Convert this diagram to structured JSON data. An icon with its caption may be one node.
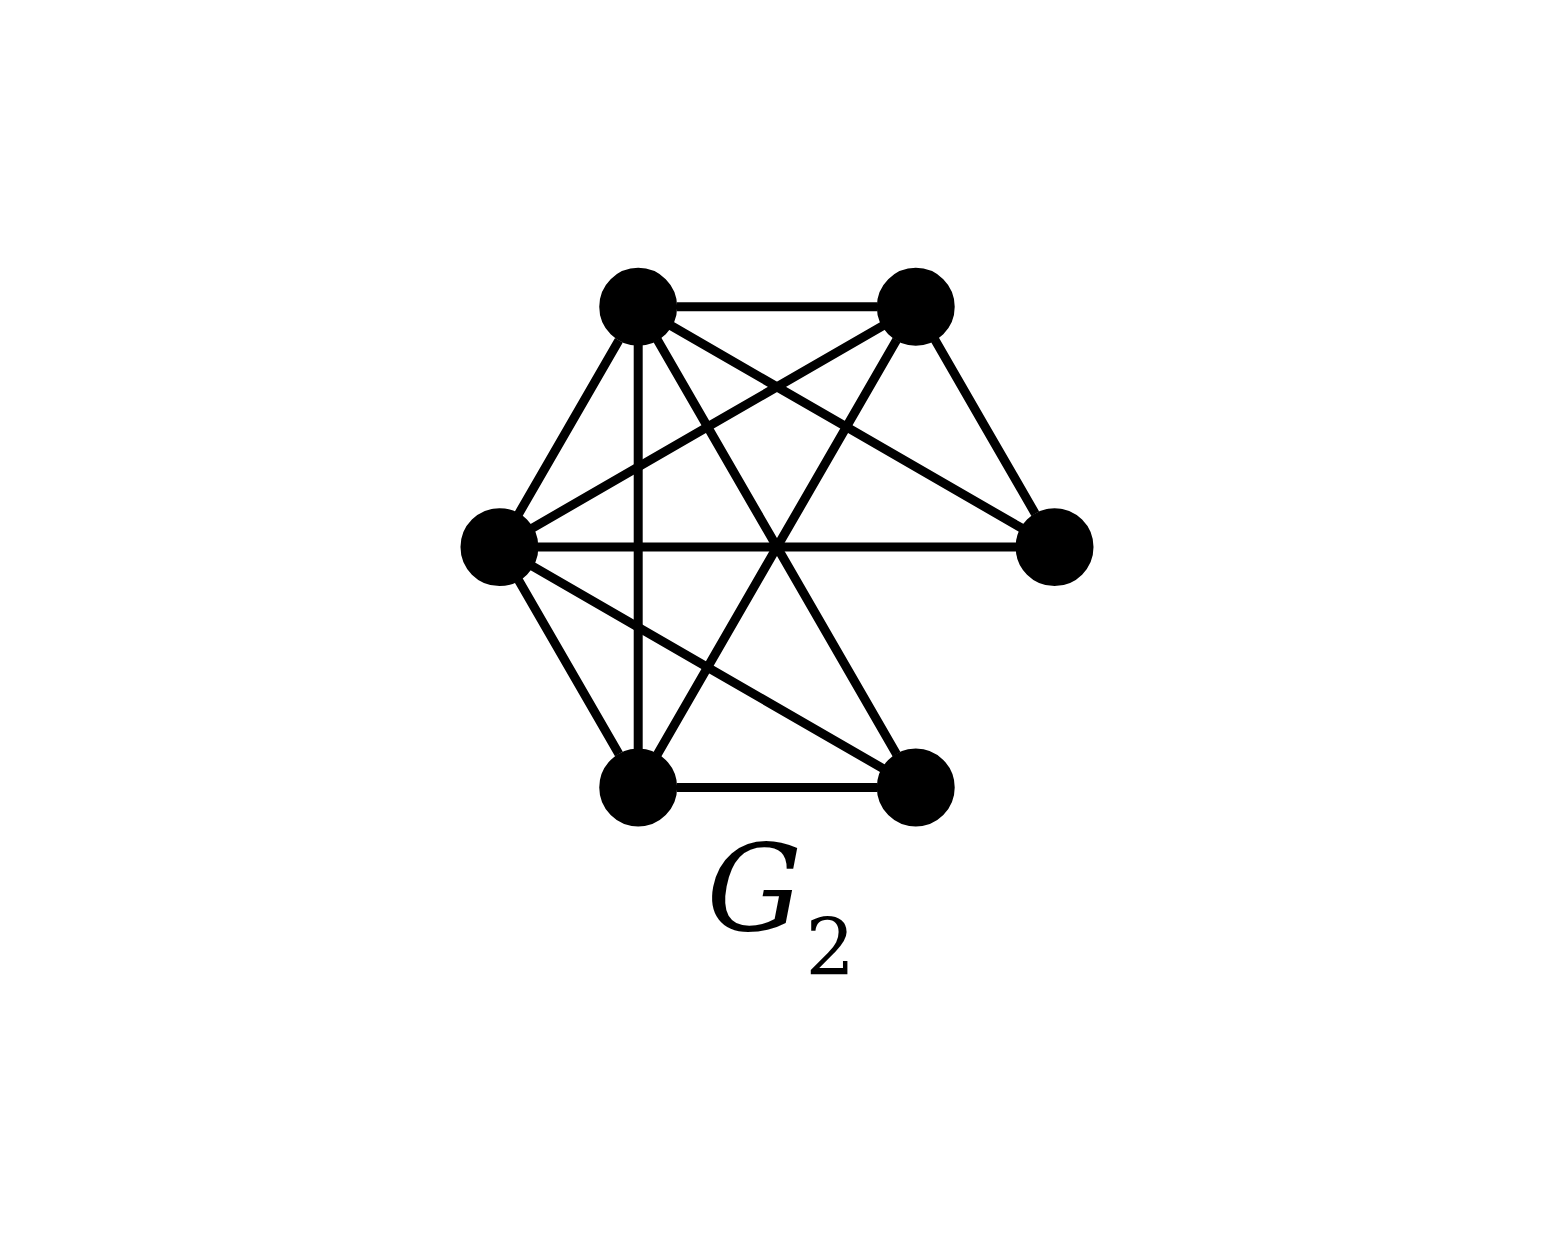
{
  "diagram": {
    "caption": "G$_{2}$",
    "nodes": [
      {
        "text": [],
        "shape": "circle"
      },
      {
        "text": [],
        "shape": "circle"
      },
      {
        "text": [],
        "shape": "circle"
      },
      {
        "text": [],
        "shape": "circle"
      },
      {
        "text": [],
        "shape": "circle"
      },
      {
        "text": [],
        "shape": "circle"
      }
    ],
    "edges": [
      {
        "from": 0,
        "to": 2,
        "arrow": "none"
      },
      {
        "from": 0,
        "to": 4,
        "arrow": "none"
      },
      {
        "from": 0,
        "to": 5,
        "arrow": "none"
      },
      {
        "from": 0,
        "to": 3,
        "arrow": "none"
      },
      {
        "from": 1,
        "to": 2,
        "arrow": "none"
      },
      {
        "from": 1,
        "to": 5,
        "arrow": "none"
      },
      {
        "from": 1,
        "to": 3,
        "arrow": "none"
      },
      {
        "from": 2,
        "to": 3,
        "arrow": "none"
      },
      {
        "from": 2,
        "to": 4,
        "arrow": "none"
      },
      {
        "from": 2,
        "to": 5,
        "arrow": "none"
      },
      {
        "from": 4,
        "to": 3,
        "arrow": "none"
      },
      {
        "from": 5,
        "to": 3,
        "arrow": "none"
      }
    ]
  }
}
